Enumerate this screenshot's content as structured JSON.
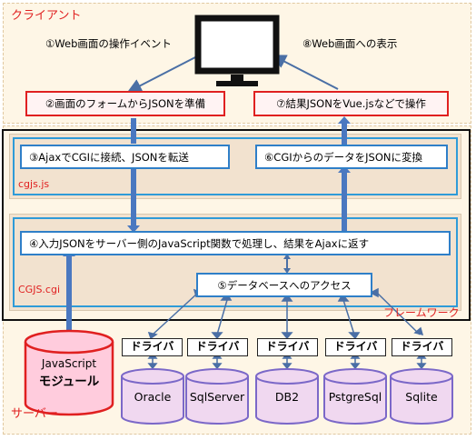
{
  "client": {
    "label": "クライアント"
  },
  "server": {
    "label": "サーバー"
  },
  "framework": {
    "label": "フレームワーク"
  },
  "cgjs_js": {
    "label": "cgjs.js"
  },
  "cgjs_cgi": {
    "label": "CGJS.cgi"
  },
  "steps": {
    "s1": "①Web画面の操作イベント",
    "s2": "②画面のフォームからJSONを準備",
    "s3": "③AjaxでCGIに接続、JSONを転送",
    "s4": "④入力JSONをサーバー側のJavaScript関数で処理し、結果をAjaxに返す",
    "s5": "⑤データベースへのアクセス",
    "s6": "⑥CGIからのデータをJSONに変換",
    "s7": "⑦結果JSONをVue.jsなどで操作",
    "s8": "⑧Web画面への表示"
  },
  "module": {
    "line1": "JavaScript",
    "line2": "モジュール"
  },
  "drivers": [
    "ドライバ",
    "ドライバ",
    "ドライバ",
    "ドライバ",
    "ドライバ"
  ],
  "databases": [
    "Oracle",
    "SqlServer",
    "DB2",
    "PstgreSql",
    "Sqlite"
  ],
  "colors": {
    "client_bg": "#fef6e6",
    "framework_bg": "#f2e2cf",
    "red": "#e02020",
    "blue": "#2f7fc8",
    "db_fill": "#f0d8f0",
    "db_stroke": "#7b68c8",
    "module_fill": "#ffccdd"
  }
}
